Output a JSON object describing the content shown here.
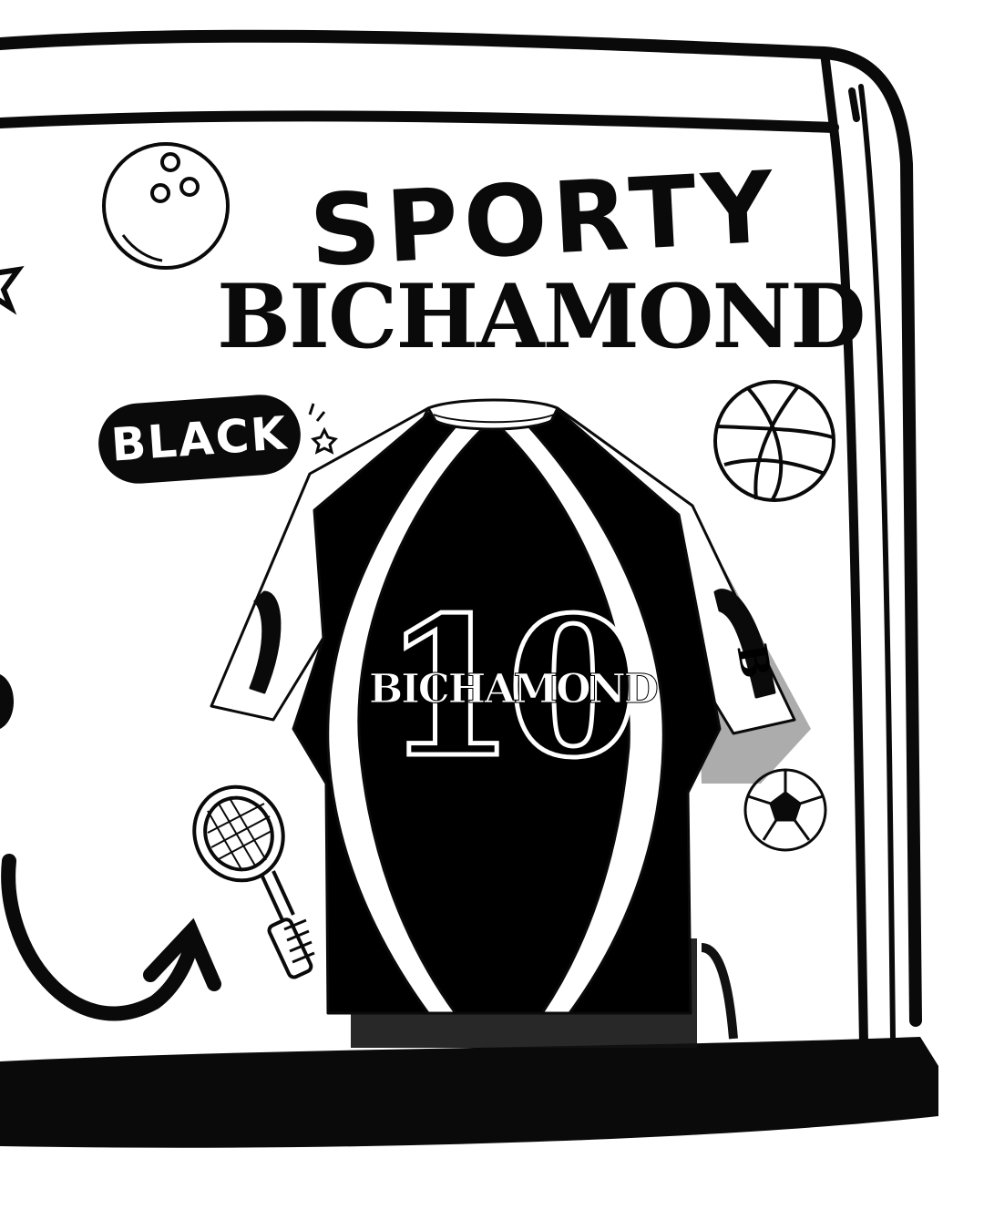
{
  "heading": {
    "line1": "SPORTY",
    "line2": "BICHAMOND"
  },
  "badge": {
    "label": "BLACK"
  },
  "jersey": {
    "number": "10",
    "name": "BICHAMOND",
    "sleeve_mark": "B",
    "body_color": "#000000",
    "stripe_color": "#ffffff"
  },
  "colors": {
    "ink": "#0a0a0a",
    "paper": "#ffffff"
  },
  "icons": [
    "bowling-ball-icon",
    "basketball-icon",
    "soccer-ball-icon",
    "tennis-racket-icon",
    "star-icon",
    "curved-arrow-icon"
  ]
}
